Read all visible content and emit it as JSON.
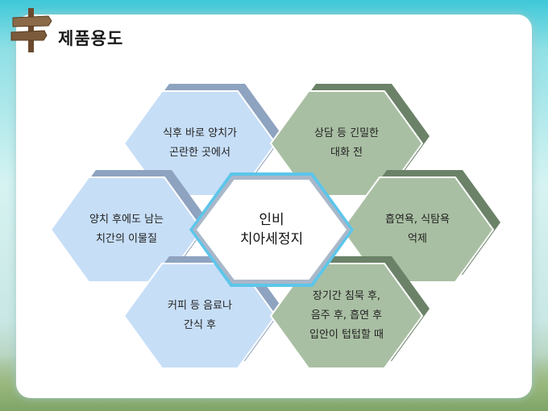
{
  "slide_title": "제품용도",
  "center": {
    "lines": [
      "인비",
      "치아세정지"
    ]
  },
  "hexagons": [
    {
      "id": "top-left",
      "tone": "blue",
      "lines": [
        "식후 바로 양치가",
        "곤란한 곳에서"
      ]
    },
    {
      "id": "top-right",
      "tone": "green",
      "lines": [
        "상담 등 긴밀한",
        "대화 전"
      ]
    },
    {
      "id": "mid-left",
      "tone": "blue",
      "lines": [
        "양치 후에도 남는",
        "치간의 이물질"
      ]
    },
    {
      "id": "mid-right",
      "tone": "green",
      "lines": [
        "흡연욕, 식탐욕",
        "억제"
      ]
    },
    {
      "id": "bottom-left",
      "tone": "blue",
      "lines": [
        "커피 등 음료나",
        "간식 후"
      ]
    },
    {
      "id": "bottom-right",
      "tone": "green",
      "lines": [
        "장기간 침묵 후,",
        "음주 후, 흡연 후",
        "입안이 텁텁할 때"
      ]
    }
  ],
  "colors": {
    "blue_face": "#c7def7",
    "blue_side": "#8ea3c0",
    "green_face": "#a9bfa3",
    "green_side": "#6b8268",
    "center_border": "#5cc6ea"
  }
}
